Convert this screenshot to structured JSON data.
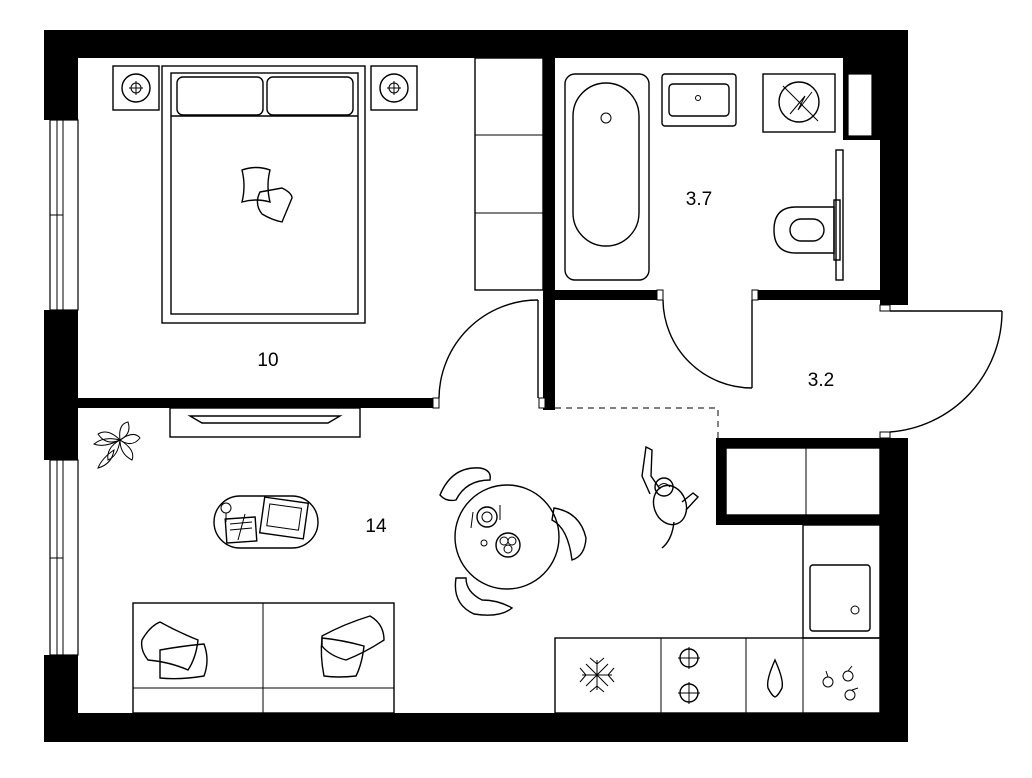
{
  "plan": {
    "rooms": [
      {
        "id": "bedroom",
        "area_label": "10"
      },
      {
        "id": "bathroom",
        "area_label": "3.7"
      },
      {
        "id": "hallway",
        "area_label": "3.2"
      },
      {
        "id": "living-kitchen",
        "area_label": "14"
      }
    ],
    "colors": {
      "wall": "#000000",
      "line": "#000000",
      "background": "#ffffff"
    },
    "icons": [
      "bedside-lamp-icon",
      "double-bed-icon",
      "bathtub-icon",
      "washbasin-icon",
      "washing-machine-icon",
      "toilet-icon",
      "tv-icon",
      "plant-icon",
      "coffee-table-icon",
      "dining-table-icon",
      "sofa-icon",
      "kitchen-sink-icon",
      "stove-icon",
      "fridge-icon",
      "person-icon"
    ]
  }
}
